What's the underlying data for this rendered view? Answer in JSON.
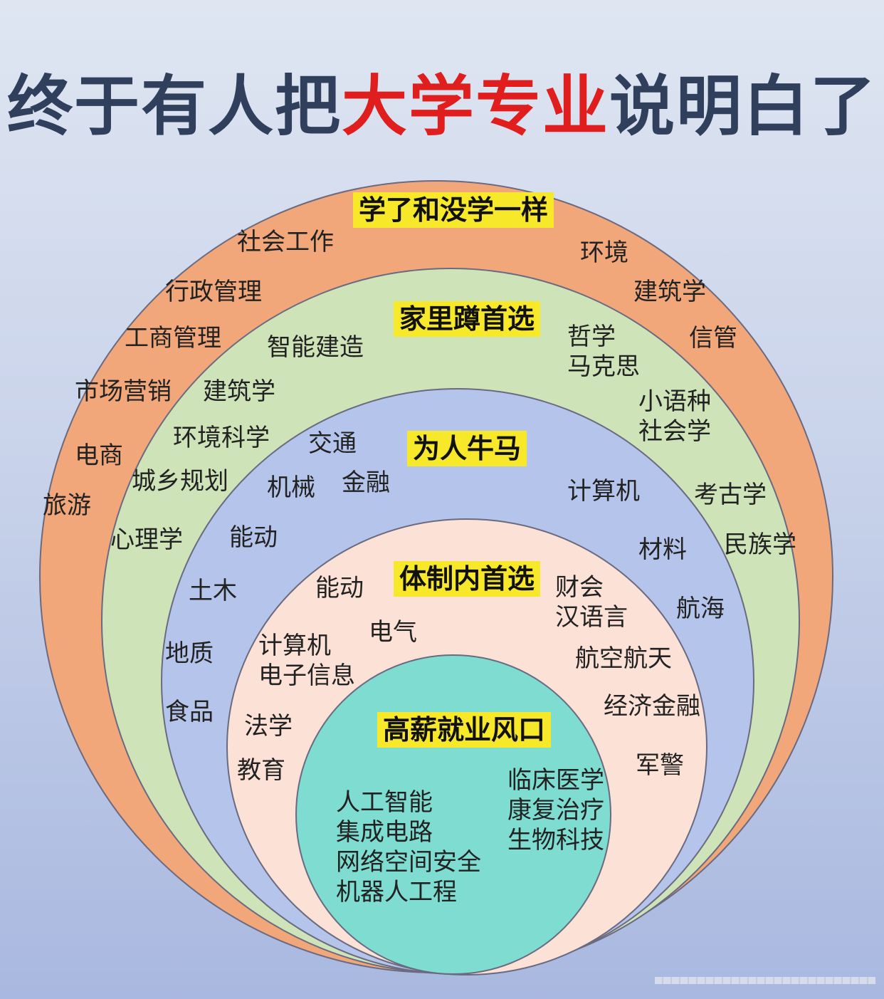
{
  "title": {
    "prefix": "终于有人把",
    "highlight": "大学专业",
    "suffix": "说明白了"
  },
  "colors": {
    "outer": "#f1a77a",
    "green": "#cfe3b9",
    "blue": "#b5c4ea",
    "pink": "#fbe1d6",
    "core": "#7fdcd1",
    "tag_bg": "#f7e92a",
    "title_hl": "#e01e1e"
  },
  "rings": [
    {
      "tag": "学了和没学一样",
      "items": [
        "社会工作",
        "行政管理",
        "工商管理",
        "市场营销",
        "电商",
        "旅游",
        "环境",
        "建筑学",
        "信管"
      ]
    },
    {
      "tag": "家里蹲首选",
      "items": [
        "智能建造",
        "建筑学",
        "环境科学",
        "城乡规划",
        "心理学",
        "哲学",
        "马克思",
        "小语种",
        "社会学",
        "考古学",
        "民族学"
      ]
    },
    {
      "tag": "为人牛马",
      "items": [
        "交通",
        "金融",
        "机械",
        "能动",
        "土木",
        "地质",
        "食品",
        "计算机",
        "材料",
        "航海"
      ]
    },
    {
      "tag": "体制内首选",
      "items": [
        "能动",
        "电气",
        "计算机",
        "电子信息",
        "法学",
        "教育",
        "财会",
        "汉语言",
        "航空航天",
        "经济金融",
        "军警"
      ]
    },
    {
      "tag": "高薪就业风口",
      "items": [
        "人工智能",
        "集成电路",
        "网络空间安全",
        "机器人工程",
        "临床医学",
        "康复治疗",
        "生物科技"
      ]
    }
  ]
}
